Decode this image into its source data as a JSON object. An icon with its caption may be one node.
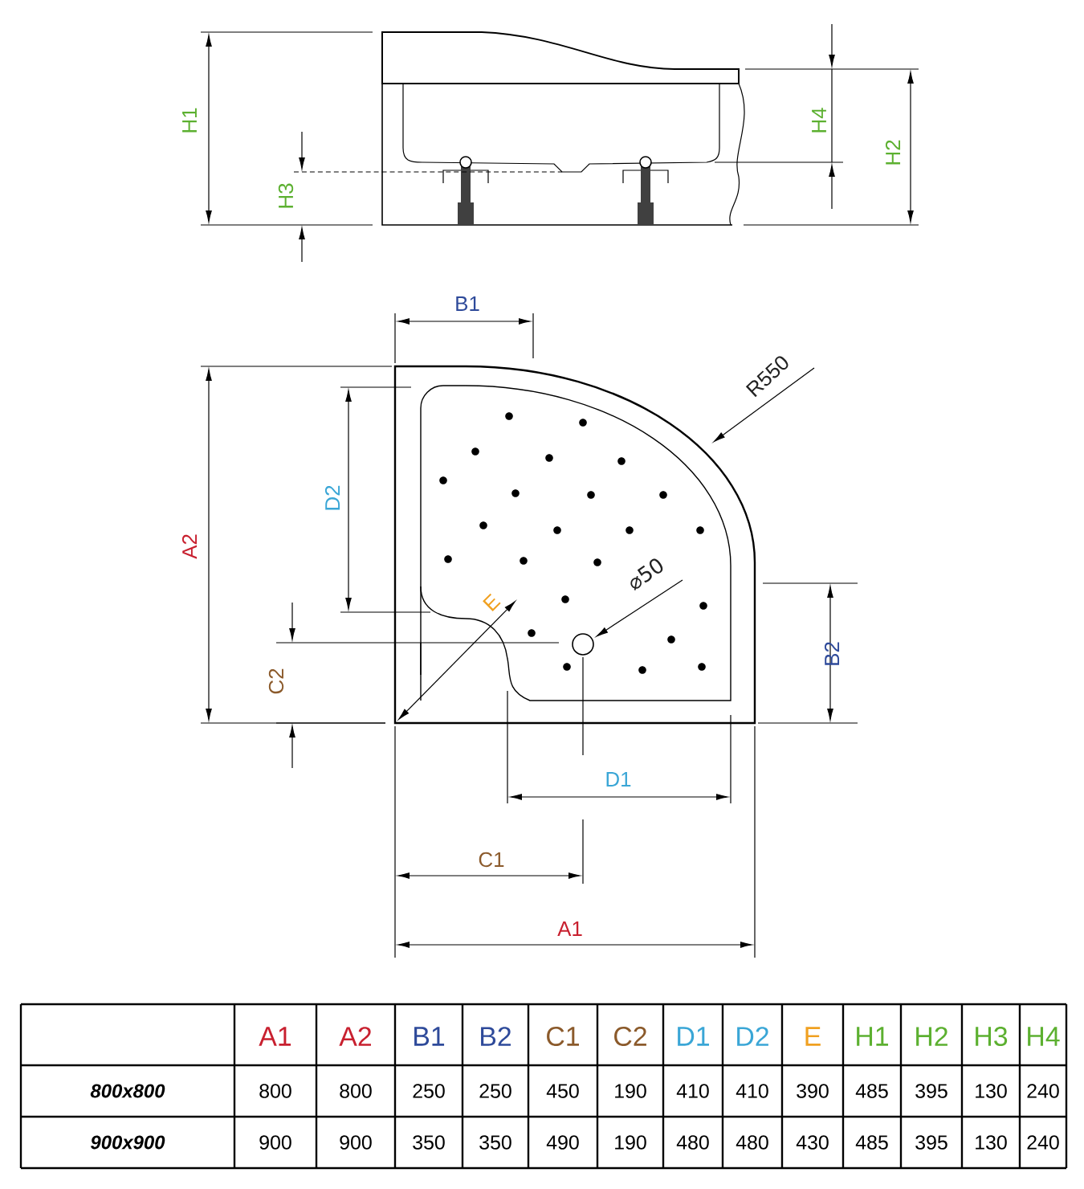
{
  "diagram": {
    "labels": [
      "H1",
      "H4",
      "H2",
      "H3",
      "B1",
      "R550",
      "D2",
      "A2",
      "⌀50",
      "E",
      "B2",
      "C2",
      "D1",
      "C1",
      "A1",
      "A1",
      "A2",
      "B1",
      "B2",
      "C1",
      "C2",
      "D1",
      "D2",
      "E",
      "H1",
      "H2",
      "H3",
      "H4",
      "800x800",
      "800",
      "800",
      "250",
      "250",
      "450",
      "190",
      "410",
      "410",
      "390",
      "485",
      "395",
      "130",
      "240",
      "900x900",
      "900",
      "900",
      "350",
      "350",
      "490",
      "190",
      "480",
      "480",
      "430",
      "485",
      "395",
      "130",
      "240"
    ]
  }
}
